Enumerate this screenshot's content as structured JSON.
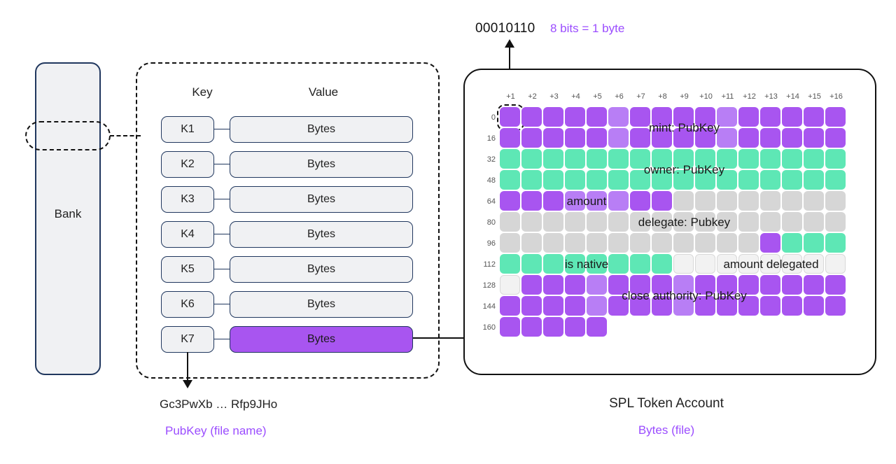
{
  "top_annotation": {
    "binary": "00010110",
    "note": "8 bits = 1 byte",
    "note_color": "#9b4dff"
  },
  "bank": {
    "label": "Bank",
    "slot_name": "highlighted-account-slot"
  },
  "kv_store": {
    "header_key": "Key",
    "header_value": "Value",
    "rows": [
      {
        "key": "K1",
        "value": "Bytes",
        "highlighted": false
      },
      {
        "key": "K2",
        "value": "Bytes",
        "highlighted": false
      },
      {
        "key": "K3",
        "value": "Bytes",
        "highlighted": false
      },
      {
        "key": "K4",
        "value": "Bytes",
        "highlighted": false
      },
      {
        "key": "K5",
        "value": "Bytes",
        "highlighted": false
      },
      {
        "key": "K6",
        "value": "Bytes",
        "highlighted": false
      },
      {
        "key": "K7",
        "value": "Bytes",
        "highlighted": true
      }
    ]
  },
  "pubkey_callout": {
    "value": "Gc3PwXb … Rfp9JHo",
    "caption": "PubKey (file name)",
    "caption_color": "#9b4dff"
  },
  "account": {
    "title": "SPL Token Account",
    "caption": "Bytes (file)",
    "caption_color": "#9b4dff",
    "column_headers": [
      "+1",
      "+2",
      "+3",
      "+4",
      "+5",
      "+6",
      "+7",
      "+8",
      "+9",
      "+10",
      "+11",
      "+12",
      "+13",
      "+14",
      "+15",
      "+16"
    ],
    "row_offsets": [
      0,
      16,
      32,
      48,
      64,
      80,
      96,
      112,
      128,
      144,
      160
    ],
    "field_labels": [
      {
        "text": "mint: PubKey",
        "rows": [
          0,
          1
        ],
        "center_col": 8.5
      },
      {
        "text": "owner: PubKey",
        "rows": [
          2,
          3
        ],
        "center_col": 8.5
      },
      {
        "text": "amount",
        "rows": [
          4
        ],
        "center_col": 4.0
      },
      {
        "text": "delegate: Pubkey",
        "rows": [
          5
        ],
        "center_col": 8.5
      },
      {
        "text": "is native",
        "rows": [
          7
        ],
        "center_col": 4.0
      },
      {
        "text": "amount delegated",
        "rows": [
          7
        ],
        "center_col": 12.5
      },
      {
        "text": "close authority: PubKey",
        "rows": [
          8,
          9
        ],
        "center_col": 8.5
      }
    ],
    "cell_colors": [
      [
        "purple",
        "purple",
        "purple",
        "purple",
        "purple",
        "purple-l",
        "purple",
        "purple",
        "purple",
        "purple",
        "purple-l",
        "purple",
        "purple",
        "purple",
        "purple",
        "purple"
      ],
      [
        "purple",
        "purple",
        "purple",
        "purple",
        "purple",
        "purple-l",
        "purple",
        "purple",
        "purple",
        "purple",
        "purple-l",
        "purple",
        "purple",
        "purple",
        "purple",
        "purple"
      ],
      [
        "green",
        "green",
        "green",
        "green",
        "green",
        "green",
        "green",
        "green",
        "green",
        "green",
        "green",
        "green",
        "green",
        "green",
        "green",
        "green"
      ],
      [
        "green",
        "green",
        "green",
        "green",
        "green",
        "green",
        "green",
        "green",
        "green",
        "green",
        "green",
        "green",
        "green",
        "green",
        "green",
        "green"
      ],
      [
        "purple",
        "purple",
        "purple",
        "purple-l",
        "purple-l",
        "purple-l",
        "purple",
        "purple",
        "gray",
        "gray",
        "gray",
        "gray",
        "gray",
        "gray",
        "gray",
        "gray"
      ],
      [
        "gray",
        "gray",
        "gray",
        "gray",
        "gray",
        "gray",
        "gray",
        "gray",
        "gray",
        "gray",
        "gray",
        "gray",
        "gray",
        "gray",
        "gray",
        "gray"
      ],
      [
        "gray",
        "gray",
        "gray",
        "gray",
        "gray",
        "gray",
        "gray",
        "gray",
        "gray",
        "gray",
        "gray",
        "gray",
        "purple",
        "green",
        "green",
        "green"
      ],
      [
        "green",
        "green",
        "green",
        "green",
        "green",
        "green",
        "green",
        "green",
        "white",
        "white",
        "white",
        "white",
        "white",
        "white",
        "white",
        "white"
      ],
      [
        "white",
        "purple",
        "purple",
        "purple",
        "purple-l",
        "purple",
        "purple",
        "purple",
        "purple-l",
        "purple",
        "purple",
        "purple",
        "purple",
        "purple",
        "purple",
        "purple"
      ],
      [
        "purple",
        "purple",
        "purple",
        "purple",
        "purple-l",
        "purple",
        "purple",
        "purple",
        "purple-l",
        "purple",
        "purple",
        "purple",
        "purple",
        "purple",
        "purple",
        "purple"
      ],
      [
        "purple",
        "purple",
        "purple",
        "purple",
        "purple",
        "",
        "",
        "",
        "",
        "",
        "",
        "",
        "",
        "",
        "",
        ""
      ]
    ],
    "palette": {
      "purple": "#a855f0",
      "purple_light": "#b87ef5",
      "green": "#5ee7b5",
      "gray": "#d6d6d6",
      "white": "#f2f2f2"
    }
  }
}
